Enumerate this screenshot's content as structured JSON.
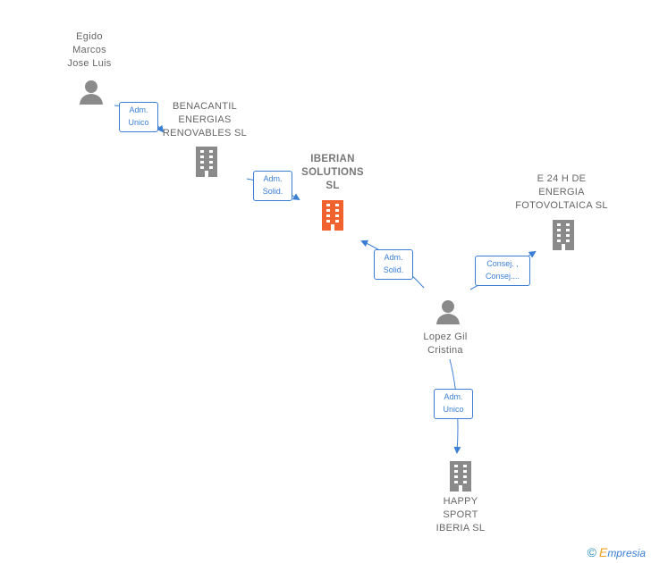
{
  "colors": {
    "person": "#8a8a8a",
    "company": "#8a8a8a",
    "focus_company": "#f0632f",
    "edge": "#3b7fd4",
    "text": "#666666"
  },
  "nodes": {
    "egido": {
      "type": "person",
      "lines": [
        "Egido",
        "Marcos",
        "Jose Luis"
      ]
    },
    "benacantil": {
      "type": "company",
      "lines": [
        "BENACANTIL",
        "ENERGIAS",
        "RENOVABLES SL"
      ]
    },
    "iberian": {
      "type": "company-focus",
      "lines": [
        "IBERIAN",
        "SOLUTIONS",
        "SL"
      ]
    },
    "e24h": {
      "type": "company",
      "lines": [
        "E 24 H DE",
        "ENERGIA",
        "FOTOVOLTAICA SL"
      ]
    },
    "lopez": {
      "type": "person",
      "lines": [
        "Lopez Gil",
        "Cristina"
      ]
    },
    "happy": {
      "type": "company",
      "lines": [
        "HAPPY",
        "SPORT",
        "IBERIA  SL"
      ]
    }
  },
  "relations": {
    "egido_benacantil": [
      "Adm.",
      "Unico"
    ],
    "benacantil_iberian": [
      "Adm.",
      "Solid."
    ],
    "lopez_iberian": [
      "Adm.",
      "Solid."
    ],
    "lopez_e24h": [
      "Consej. ,",
      "Consej...."
    ],
    "lopez_happy": [
      "Adm.",
      "Unico"
    ]
  },
  "branding": {
    "copyright": "©",
    "name_initial": "E",
    "name_rest": "mpresia"
  }
}
